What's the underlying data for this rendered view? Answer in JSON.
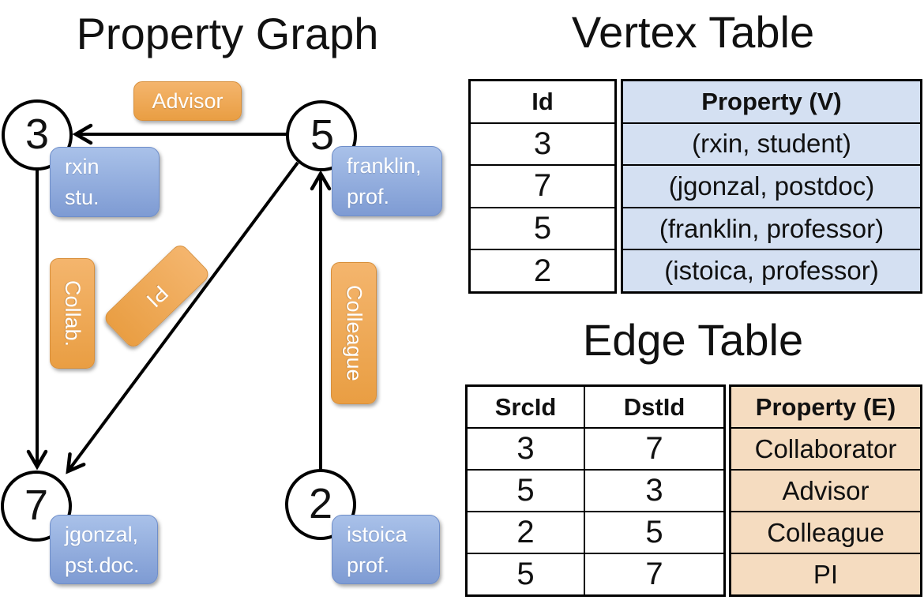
{
  "colors": {
    "orange_label_top": "#f4b56d",
    "orange_label_bottom": "#e99e43",
    "orange_label_border": "#d88f3a",
    "blue_box_top": "#a9c1e9",
    "blue_box_bottom": "#7e9bd3",
    "blue_box_border": "#6f8ec9",
    "vertex_property_bg": "#d4e0f2",
    "edge_property_bg": "#f5dcc0",
    "table_border": "#000000",
    "graph_line": "#000000",
    "label_text": "#ffffff"
  },
  "graph": {
    "title": "Property Graph",
    "nodes": [
      {
        "id": "3",
        "line1": "rxin",
        "line2": "stu."
      },
      {
        "id": "5",
        "line1": "franklin,",
        "line2": "prof."
      },
      {
        "id": "7",
        "line1": "jgonzal,",
        "line2": "pst.doc."
      },
      {
        "id": "2",
        "line1": "istoica",
        "line2": "prof."
      }
    ],
    "edges": [
      {
        "label": "Advisor",
        "from": "5",
        "to": "3"
      },
      {
        "label": "Collab.",
        "from": "3",
        "to": "7"
      },
      {
        "label": "PI",
        "from": "5",
        "to": "7"
      },
      {
        "label": "Colleague",
        "from": "2",
        "to": "5"
      }
    ]
  },
  "vertex_table": {
    "title": "Vertex Table",
    "columns": {
      "id": "Id",
      "property": "Property (V)"
    },
    "rows": [
      {
        "id": "3",
        "property": "(rxin, student)"
      },
      {
        "id": "7",
        "property": "(jgonzal, postdoc)"
      },
      {
        "id": "5",
        "property": "(franklin, professor)"
      },
      {
        "id": "2",
        "property": "(istoica, professor)"
      }
    ]
  },
  "edge_table": {
    "title": "Edge Table",
    "columns": {
      "src": "SrcId",
      "dst": "DstId",
      "property": "Property (E)"
    },
    "rows": [
      {
        "src": "3",
        "dst": "7",
        "property": "Collaborator"
      },
      {
        "src": "5",
        "dst": "3",
        "property": "Advisor"
      },
      {
        "src": "2",
        "dst": "5",
        "property": "Colleague"
      },
      {
        "src": "5",
        "dst": "7",
        "property": "PI"
      }
    ]
  }
}
